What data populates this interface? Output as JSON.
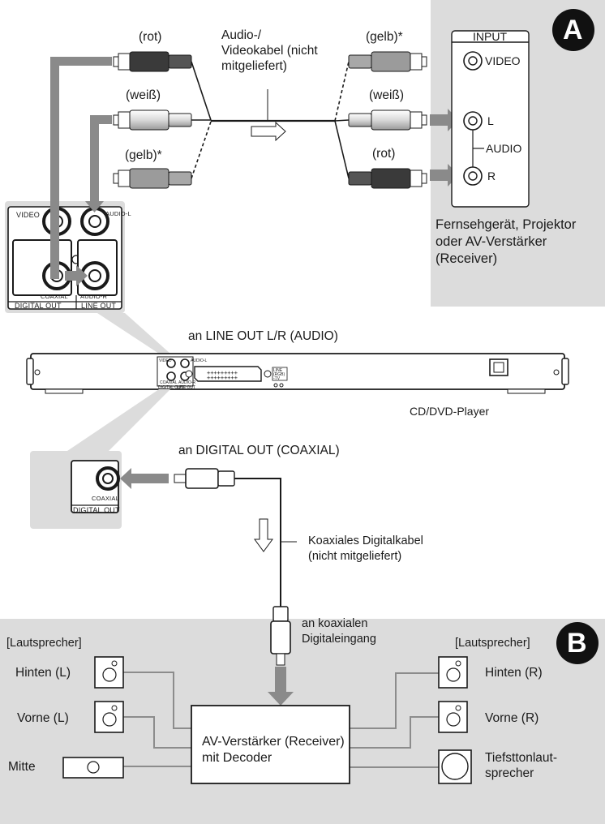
{
  "section_a": {
    "badge": "A",
    "panel_title": "INPUT",
    "jack_video": "VIDEO",
    "jack_l": "L",
    "jack_audio": "AUDIO",
    "jack_r": "R",
    "device_line1": "Fernsehgerät, Projektor",
    "device_line2": "oder AV-Verstärker",
    "device_line3": "(Receiver)"
  },
  "cable_av": {
    "label_line1": "Audio-/",
    "label_line2": "Videokabel (nicht",
    "label_line3": "mitgeliefert)",
    "left_plugs": [
      "(rot)",
      "(weiß)",
      "(gelb)*"
    ],
    "right_plugs": [
      "(gelb)*",
      "(weiß)",
      "(rot)"
    ]
  },
  "player_rear_zoom": {
    "video": "VIDEO",
    "audio_l": "AUDIO-L",
    "coaxial": "COAXIAL",
    "audio_r": "AUDIO-R",
    "digital_out": "DIGITAL OUT",
    "line_out": "LINE OUT"
  },
  "player": {
    "to_line_out": "an LINE OUT L/R (AUDIO)",
    "name": "CD/DVD-Player",
    "to_digital_out": "an DIGITAL OUT (COAXIAL)",
    "rear_video": "VIDEO",
    "rear_audio_l": "AUDIO-L",
    "rear_coaxial": "COAXIAL",
    "rear_audio_r": "AUDIO-R",
    "rear_digital_out": "DIGITAL OUT",
    "rear_line_out": "LINE OUT",
    "rear_line_rgb": "LINE (RGB) -TV"
  },
  "coax_zoom": {
    "coaxial": "COAXIAL",
    "digital_out": "DIGITAL OUT"
  },
  "cable_coax": {
    "label_line1": "Koaxiales Digitalkabel",
    "label_line2": "(nicht mitgeliefert)"
  },
  "section_b": {
    "badge": "B",
    "input_line1": "an koaxialen",
    "input_line2": "Digitaleingang",
    "speakers_left": "[Lautsprecher]",
    "speakers_right": "[Lautsprecher]",
    "rear_left": "Hinten (L)",
    "front_left": "Vorne (L)",
    "center": "Mitte",
    "rear_right": "Hinten (R)",
    "front_right": "Vorne (R)",
    "subwoofer_line1": "Tiefsttonlaut-",
    "subwoofer_line2": "sprecher",
    "receiver_line1": "AV-Verstärker (Receiver)",
    "receiver_line2": "mit Decoder"
  },
  "colors": {
    "panel_gray": "#dcdcdc",
    "arrow_gray": "#8a8a8a",
    "line_dark": "#1a1a1a",
    "wire_gray": "#8c8c8c"
  }
}
